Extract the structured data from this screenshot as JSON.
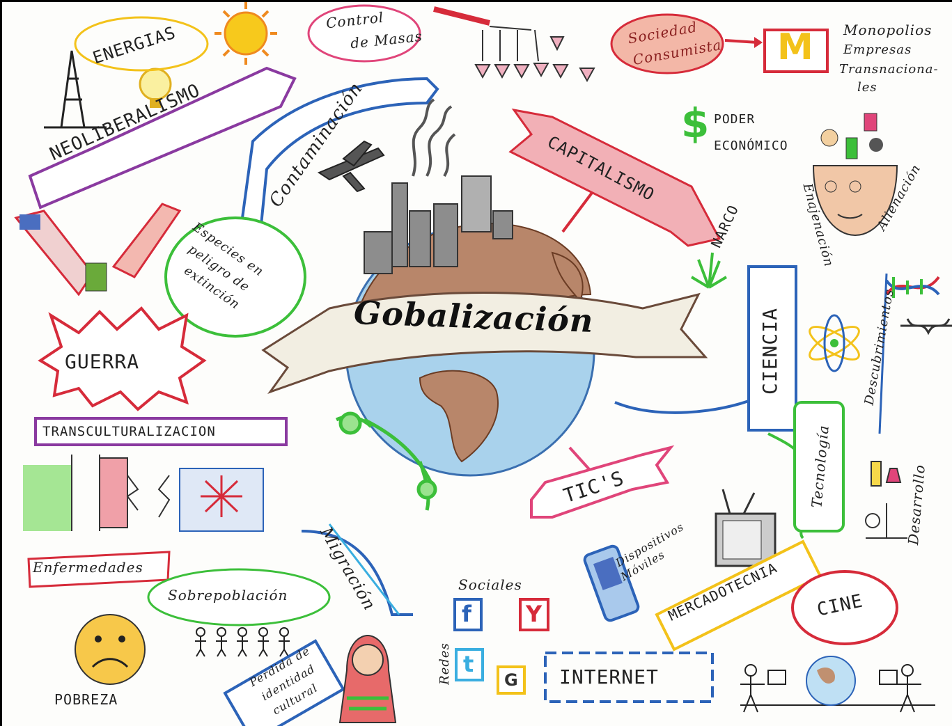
{
  "title": "Gobalización",
  "concepts": {
    "energias": "ENERGIAS",
    "neoliberalismo": "NEOLIBERALISMO",
    "control_masas": [
      "Control",
      "de Masas"
    ],
    "sociedad_consumista": [
      "Sociedad",
      "Consumista"
    ],
    "monopolios": [
      "Monopolios",
      "Empresas",
      "Transnaciona-",
      "les"
    ],
    "contaminacion": "Contaminación",
    "capitalismo": "CAPITALISMO",
    "poder_economico": [
      "PODER",
      "ECONÓMICO"
    ],
    "enajenacion": "Enajenación",
    "alienacion": "Alienación",
    "narco": "NARCO",
    "especies": [
      "Especies en",
      "peligro de",
      "extinción"
    ],
    "guerra": "GUERRA",
    "ciencia": "CIENCIA",
    "descubrimientos": "Descubrimientos",
    "transculturalizacion": "TRANSCULTURALIZACION",
    "tecnologia": "Tecnología",
    "tics": "TIC'S",
    "desarrollo": "Desarrollo",
    "enfermedades": "Enfermedades",
    "migracion": "Migración",
    "dispositivos": [
      "Dispositivos",
      "Móviles"
    ],
    "sobrepoblacion": "Sobrepoblación",
    "mercadotecnia": "MERCADOTECNIA",
    "cine": "CINE",
    "sociales": "Sociales",
    "redes": "Redes",
    "internet": "INTERNET",
    "pobreza": "POBREZA",
    "perdida": [
      "Perdida de",
      "identidad",
      "cultural"
    ]
  },
  "logo_letter": "M",
  "dollar": "$",
  "social_icons": [
    "f",
    "Y",
    "t",
    "G"
  ],
  "colors": {
    "red": "#d62b3a",
    "blue": "#2c63b8",
    "green": "#3cbf3a",
    "pink": "#e0457a",
    "purple": "#8a3aa0",
    "orange": "#ef8a1f",
    "yellow": "#f3c21a",
    "brown": "#9a5a3a",
    "ocean": "#9fcbe8"
  }
}
